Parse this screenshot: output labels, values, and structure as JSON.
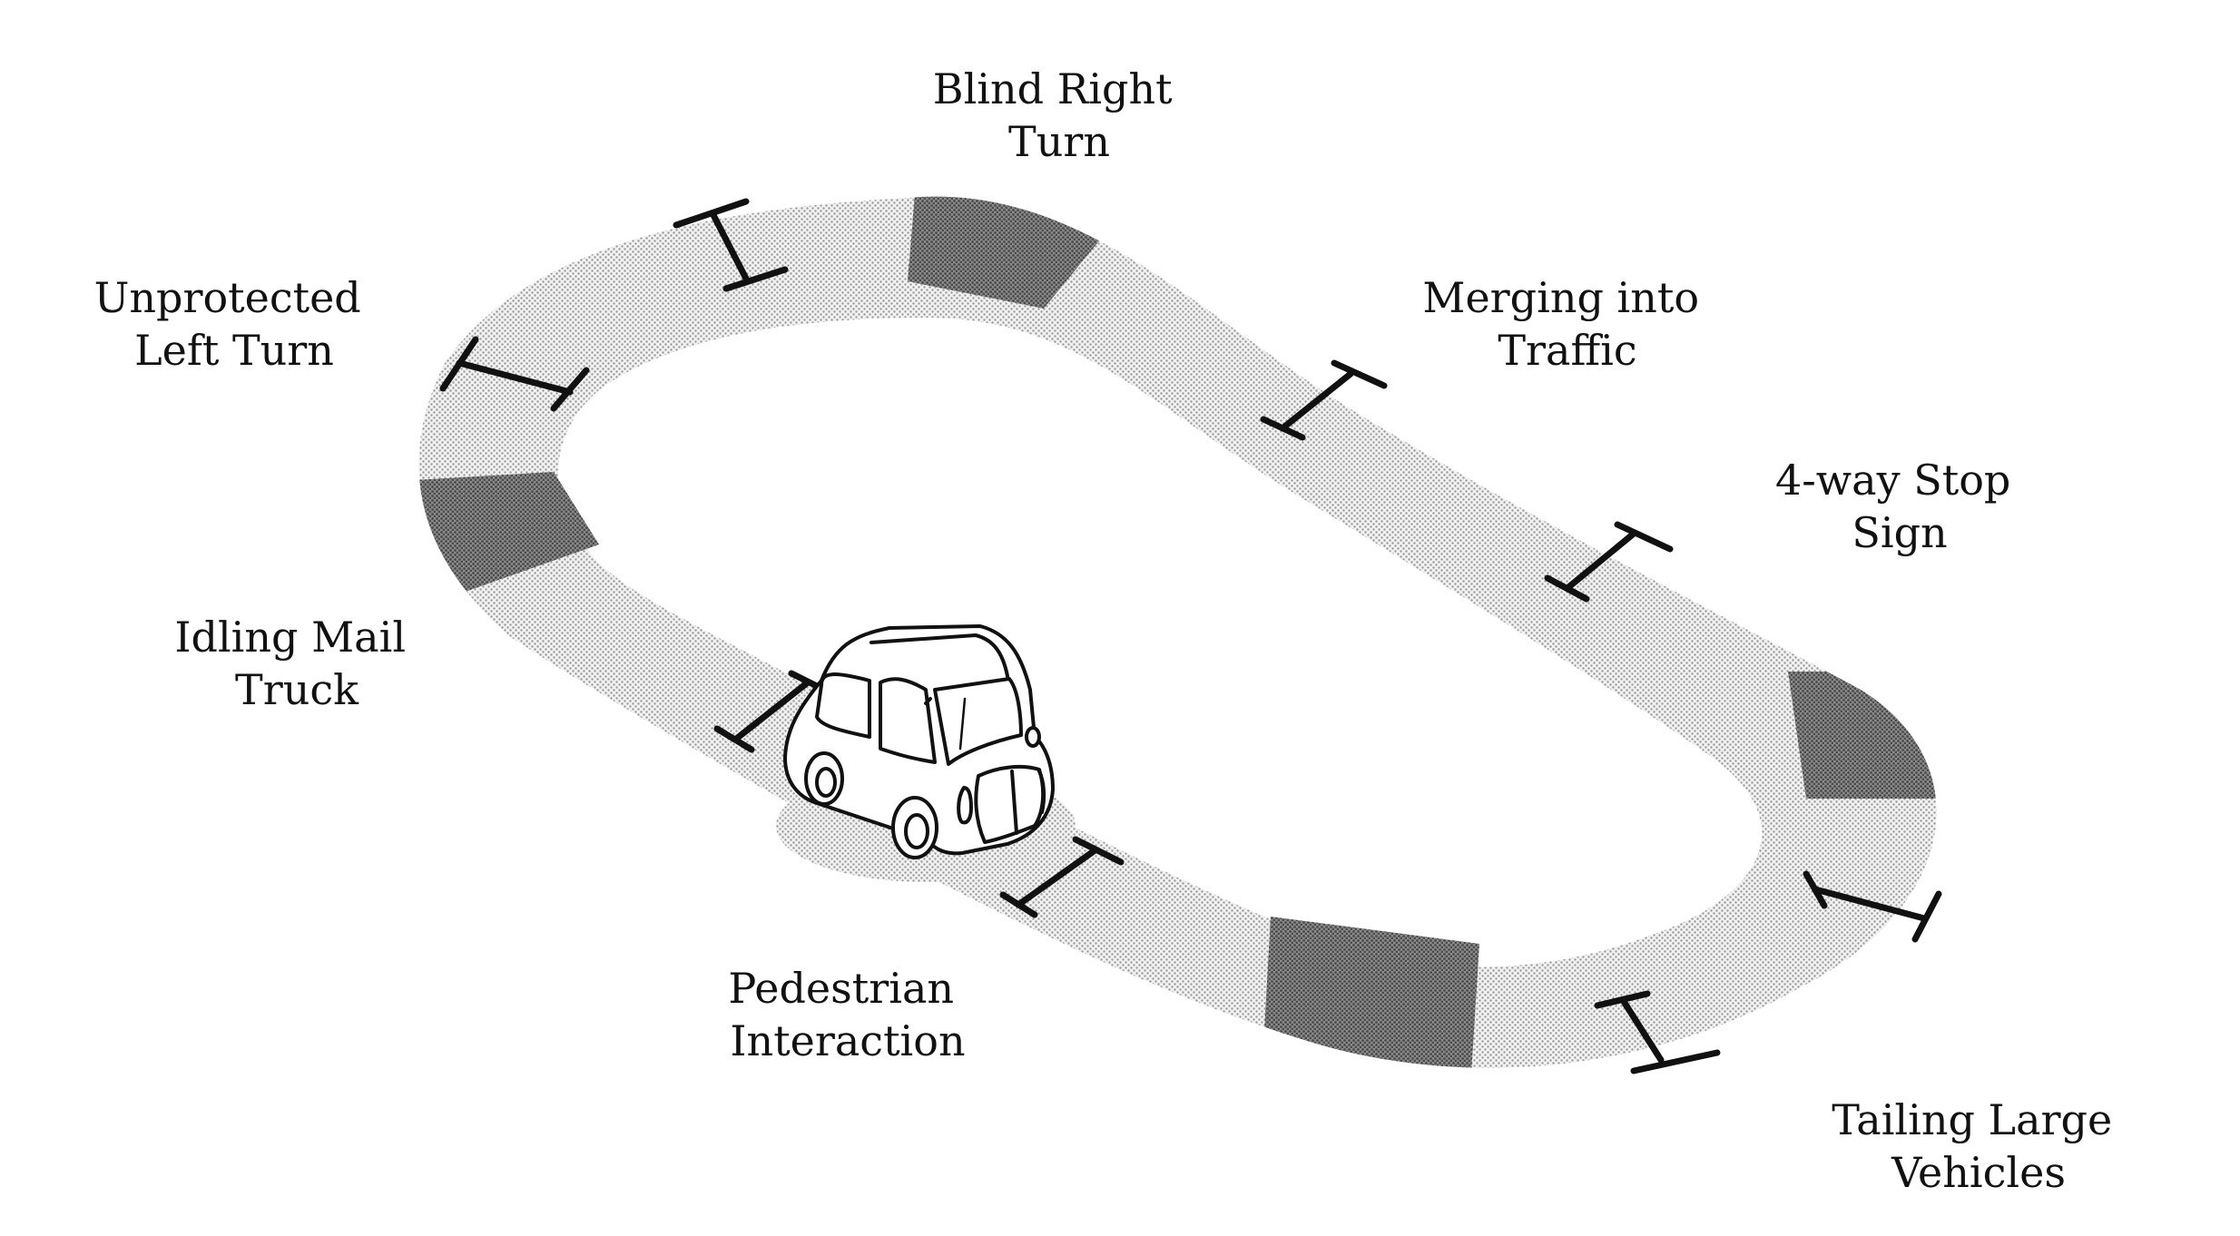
{
  "colors": {
    "track": "#d6d6d6",
    "track_dark": "#7d7d7d",
    "stroke": "#111111",
    "text": "#111111",
    "background": "#ffffff"
  },
  "labels": {
    "blind_right_turn": [
      "Blind Right",
      "Turn"
    ],
    "unprotected_left_turn": [
      "Unprotected",
      "Left Turn"
    ],
    "merging_into_traffic": [
      "Merging into",
      "Traffic"
    ],
    "four_way_stop": [
      "4-way Stop",
      "Sign"
    ],
    "idling_mail_truck": [
      "Idling Mail",
      "Truck"
    ],
    "pedestrian_interaction": [
      "Pedestrian",
      "Interaction"
    ],
    "tailing_large_vehicles": [
      "Tailing Large",
      "Vehicles"
    ]
  },
  "icons": [
    "car-icon"
  ]
}
